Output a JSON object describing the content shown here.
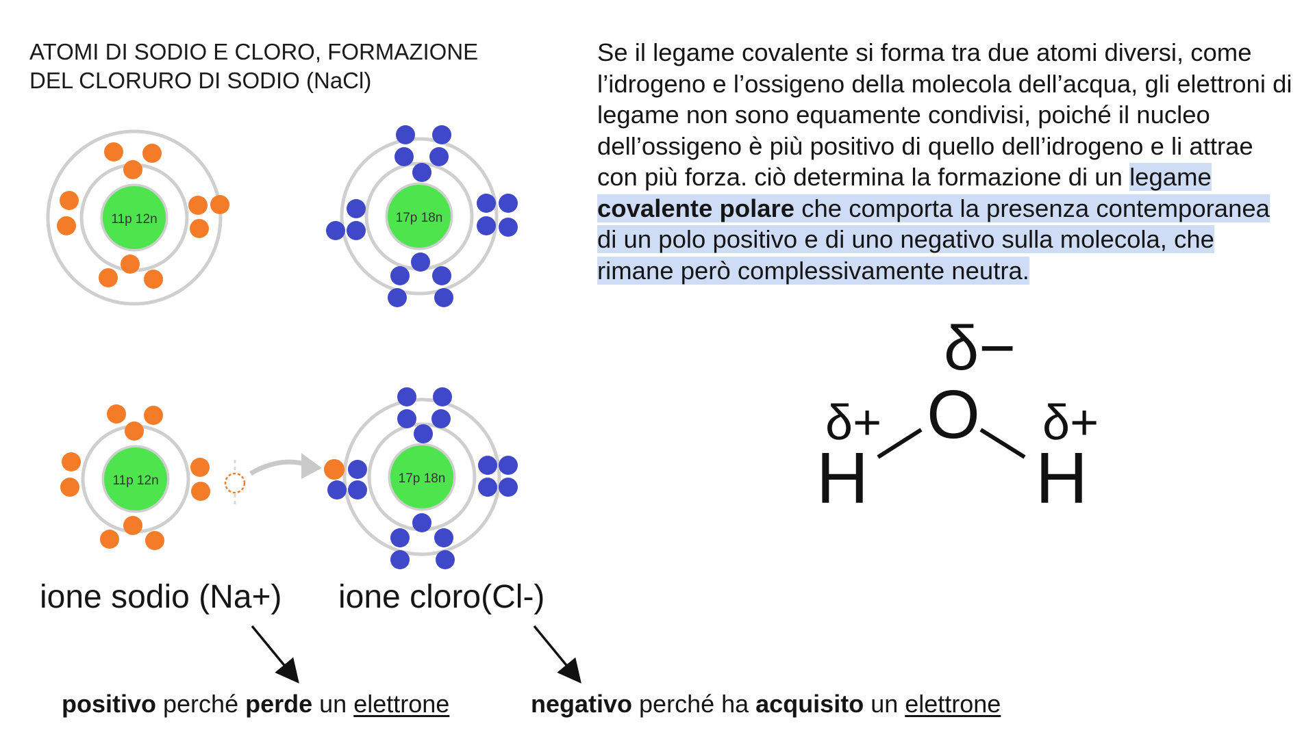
{
  "title": {
    "line1": "ATOMI DI SODIO E CLORO, FORMAZIONE",
    "line2": "DEL CLORURO DI SODIO (NaCl)"
  },
  "paragraph": {
    "pre": "Se il legame covalente si forma tra due atomi diversi, come l’idrogeno e l’ossigeno della molecola dell’acqua, gli elettroni di legame non sono equamente condivisi, poiché il nucleo dell’ossigeno è più positivo di quello dell’idrogeno e li attrae con più forza. ciò determina la formazione di un ",
    "hl_word": "legame",
    "hl_bold": "covalente polare",
    "hl_rest": " che comporta la presenza contemporanea di un polo positivo e di uno negativo sulla molecola, che rimane però complessivamente neutra."
  },
  "atoms": {
    "sodium_nucleus": "11p 12n",
    "chlorine_nucleus": "17p 18n"
  },
  "ion_labels": {
    "sodium": "ione sodio (Na+)",
    "chlorine": "ione cloro(Cl-)"
  },
  "explanations": {
    "sodium": {
      "w1": "positivo",
      "w2": " perché ",
      "w3": "perde",
      "w4": " un ",
      "w5": "elettrone"
    },
    "chlorine": {
      "w1": "negativo",
      "w2": " perché ha ",
      "w3": "acquisito",
      "w4": " un ",
      "w5": "elettrone"
    }
  },
  "water": {
    "oxygen": "O",
    "hydrogen": "H",
    "delta_minus": "δ−",
    "delta_plus": "δ+"
  },
  "colors": {
    "sodium_electron": "#f47b27",
    "chlorine_electron": "#3f48c8",
    "nucleus": "#4ee44e",
    "shell": "#cfcfcf",
    "highlight": "#cfdcf6"
  }
}
